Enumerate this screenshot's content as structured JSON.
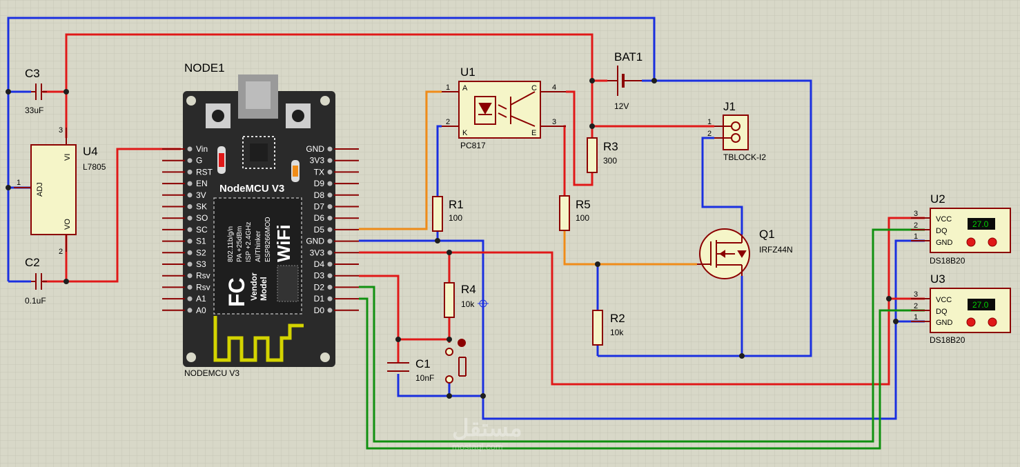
{
  "colors": {
    "background": "#d8d8c8",
    "grid": "#c6c6b6",
    "wire_red": "#e01818",
    "wire_blue": "#1a2fe0",
    "wire_green": "#109010",
    "wire_orange": "#f08c18",
    "component": "#8b0000",
    "component_fill": "#f5f5c8",
    "board": "#2a2a2a",
    "wifi_antenna": "#d4d400",
    "sensor_display": "#00b000"
  },
  "components": {
    "node1": {
      "ref": "NODE1",
      "value": "NODEMCU V3",
      "title": "NodeMCU V3",
      "fc": "FC",
      "vendor": "Vendor",
      "model": "Model",
      "wifi": "WiFi",
      "chip": "ESP8266MOD",
      "maker": "AI/Thinker",
      "spec1": "802.11b/g/n",
      "spec2": "PA +25dBm",
      "spec3": "ISP +2.4GHz",
      "left_pins": [
        "Vin",
        "G",
        "RST",
        "EN",
        "3V",
        "SK",
        "SO",
        "SC",
        "S1",
        "S2",
        "S3",
        "Rsv",
        "Rsv",
        "A1",
        "A0"
      ],
      "right_pins": [
        "GND",
        "3V3",
        "TX",
        "D9",
        "D8",
        "D7",
        "D6",
        "D5",
        "GND",
        "3V3",
        "D4",
        "D3",
        "D2",
        "D1",
        "D0"
      ]
    },
    "u1": {
      "ref": "U1",
      "value": "PC817",
      "pin_a": "A",
      "pin_k": "K",
      "pin_c": "C",
      "pin_e": "E",
      "n1": "1",
      "n2": "2",
      "n3": "3",
      "n4": "4"
    },
    "u4": {
      "ref": "U4",
      "value": "L7805",
      "adj": "ADJ",
      "vi": "VI",
      "vo": "VO",
      "n1": "1",
      "n2": "2",
      "n3": "3"
    },
    "c3": {
      "ref": "C3",
      "value": "33uF"
    },
    "c2": {
      "ref": "C2",
      "value": "0.1uF"
    },
    "c1": {
      "ref": "C1",
      "value": "10nF"
    },
    "bat1": {
      "ref": "BAT1",
      "value": "12V"
    },
    "j1": {
      "ref": "J1",
      "value": "TBLOCK-I2",
      "n1": "1",
      "n2": "2"
    },
    "r1": {
      "ref": "R1",
      "value": "100"
    },
    "r2": {
      "ref": "R2",
      "value": "10k"
    },
    "r3": {
      "ref": "R3",
      "value": "300"
    },
    "r4": {
      "ref": "R4",
      "value": "10k"
    },
    "r5": {
      "ref": "R5",
      "value": "100"
    },
    "q1": {
      "ref": "Q1",
      "value": "IRFZ44N"
    },
    "u2": {
      "ref": "U2",
      "value": "DS18B20",
      "reading": "27.0",
      "vcc": "VCC",
      "dq": "DQ",
      "gnd": "GND",
      "n1": "1",
      "n2": "2",
      "n3": "3"
    },
    "u3": {
      "ref": "U3",
      "value": "DS18B20",
      "reading": "27.0",
      "vcc": "VCC",
      "dq": "DQ",
      "gnd": "GND",
      "n1": "1",
      "n2": "2",
      "n3": "3"
    }
  },
  "watermark": {
    "text": "مستقل",
    "url": "mostaql.com"
  }
}
